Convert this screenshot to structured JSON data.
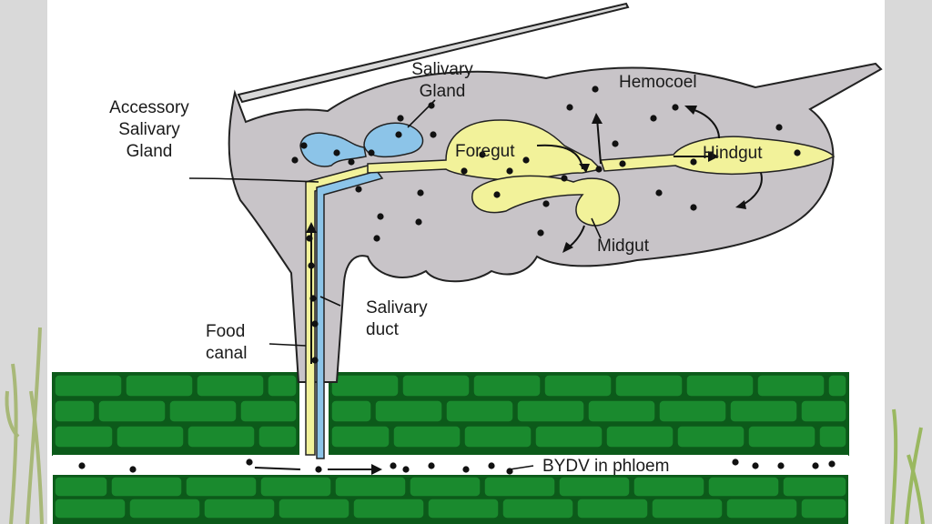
{
  "labels": {
    "accessory_salivary_gland": [
      "Accessory",
      "Salivary",
      "Gland"
    ],
    "salivary_gland": [
      "Salivary",
      "Gland"
    ],
    "hemocoel": "Hemocoel",
    "foregut": "Foregut",
    "hindgut": "Hindgut",
    "midgut": "Midgut",
    "salivary_duct": [
      "Salivary",
      "duct"
    ],
    "food_canal": [
      "Food",
      "canal"
    ],
    "bydv": "BYDV in phloem"
  },
  "colors": {
    "body": "#c8c4c8",
    "gut": "#f2f29a",
    "salivary": "#8cc4e8",
    "plant_cell": "#1a8a2e",
    "virus_dot": "#111111"
  }
}
